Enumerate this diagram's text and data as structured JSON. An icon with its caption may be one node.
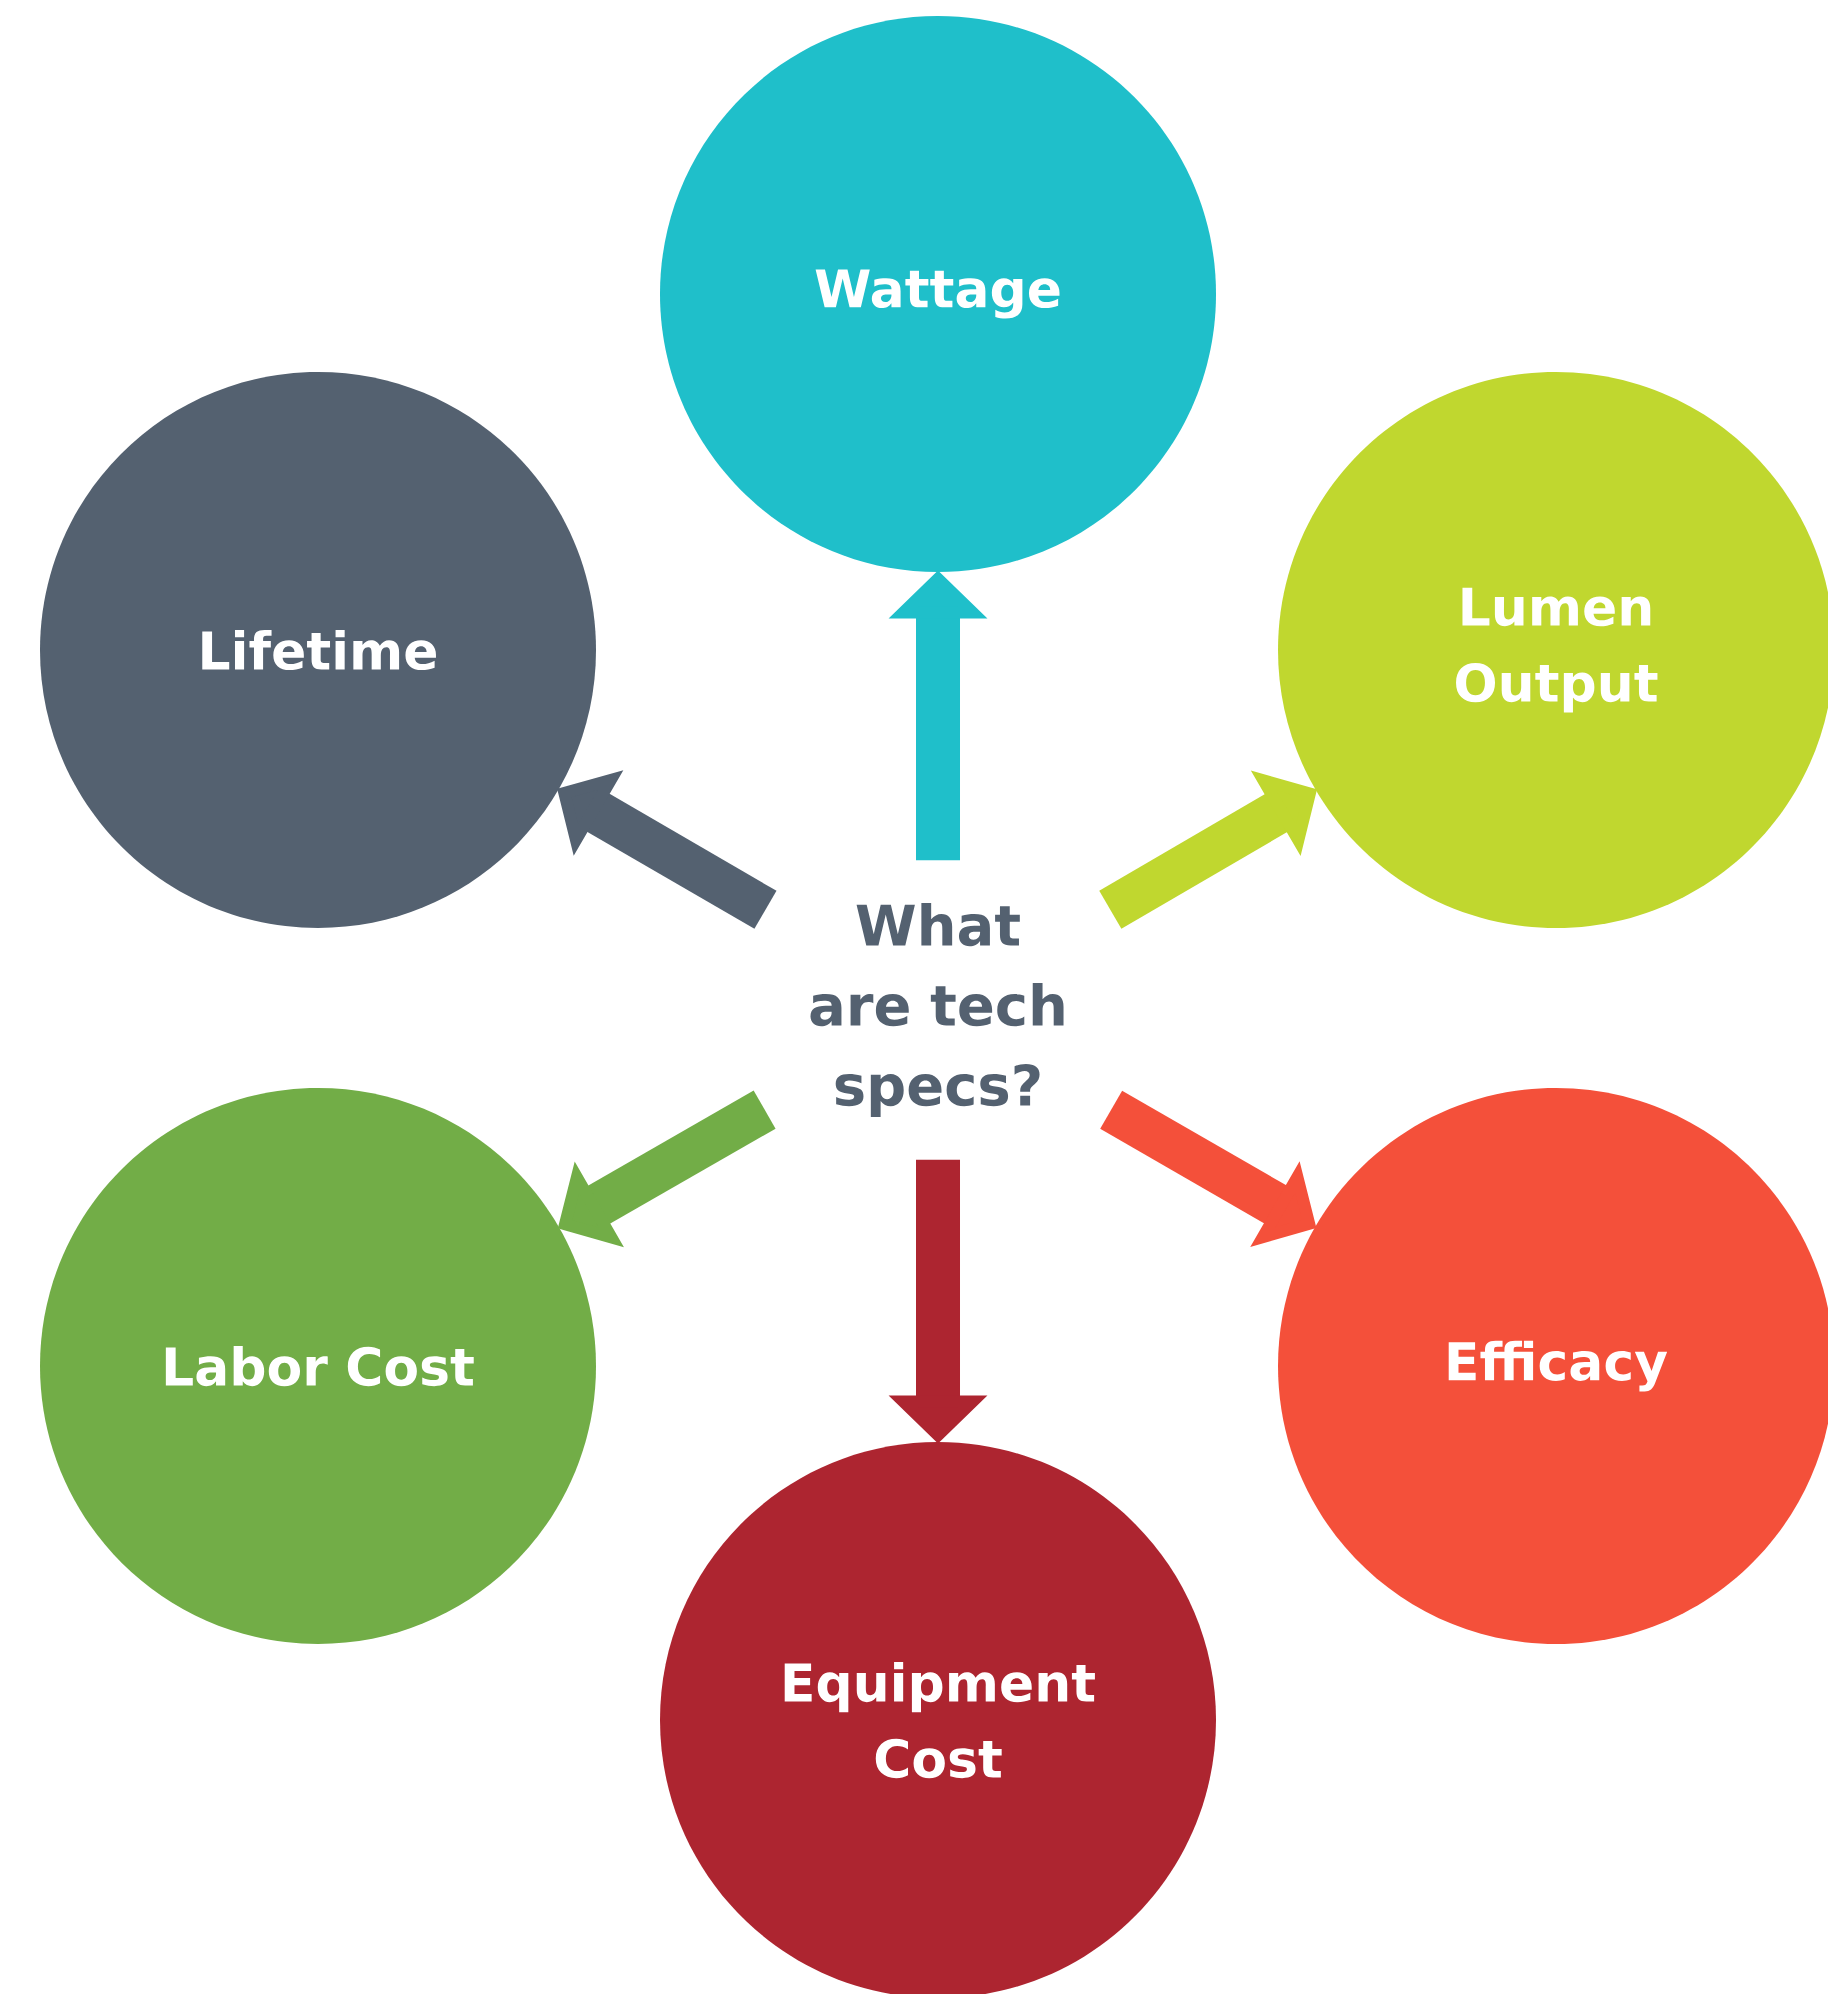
{
  "diagram": {
    "nodes": [
      {
        "text": [
          "What are tech specs?"
        ]
      },
      {
        "text": [
          "Wattage"
        ]
      },
      {
        "text": [
          "Lumen Output"
        ]
      },
      {
        "text": [
          "Efficacy"
        ]
      },
      {
        "text": [
          "Equipment Cost"
        ]
      },
      {
        "text": [
          "Labor Cost"
        ]
      },
      {
        "text": [
          "Lifetime"
        ]
      }
    ],
    "edges": [
      {
        "from": 0,
        "to": 1,
        "arrow": "to",
        "color": "#1fbfca"
      },
      {
        "from": 0,
        "to": 2,
        "arrow": "to",
        "color": "#c0d72f"
      },
      {
        "from": 0,
        "to": 3,
        "arrow": "to",
        "color": "#f4503a"
      },
      {
        "from": 0,
        "to": 4,
        "arrow": "to",
        "color": "#ad2530"
      },
      {
        "from": 0,
        "to": 5,
        "arrow": "to",
        "color": "#72ad47"
      },
      {
        "from": 0,
        "to": 6,
        "arrow": "to",
        "color": "#546170"
      }
    ]
  }
}
